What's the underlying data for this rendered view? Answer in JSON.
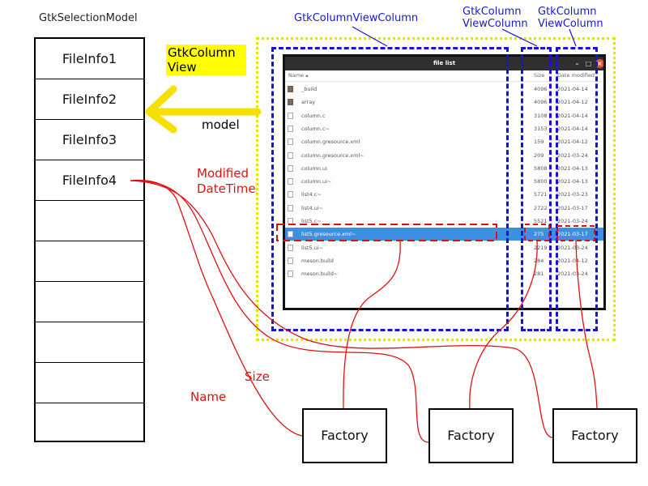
{
  "selection_model": {
    "title": "GtkSelectionModel",
    "items": [
      "FileInfo1",
      "FileInfo2",
      "FileInfo3",
      "FileInfo4",
      "",
      "",
      "",
      "",
      "",
      ""
    ]
  },
  "labels": {
    "column_view": "GtkColumn\nView",
    "model": "model",
    "modified_datetime": "Modified\nDateTime",
    "size": "Size",
    "name": "Name",
    "column_view_column_name": "GtkColumnViewColumn",
    "column_view_column_size": "GtkColumn\nViewColumn",
    "column_view_column_date": "GtkColumn\nViewColumn"
  },
  "window": {
    "title": "file list",
    "controls": [
      "–",
      "□",
      "×"
    ],
    "headers": {
      "name": "Name ▴",
      "size": "Size",
      "date": "Date modified"
    },
    "rows": [
      {
        "name": "_build",
        "size": "4096",
        "date": "2021-04-14",
        "type": "folder"
      },
      {
        "name": "array",
        "size": "4096",
        "date": "2021-04-12",
        "type": "folder"
      },
      {
        "name": "column.c",
        "size": "3108",
        "date": "2021-04-14",
        "type": "file"
      },
      {
        "name": "column.c~",
        "size": "3153",
        "date": "2021-04-14",
        "type": "file"
      },
      {
        "name": "column.gresource.xml",
        "size": "159",
        "date": "2021-04-12",
        "type": "file"
      },
      {
        "name": "column.gresource.xml~",
        "size": "209",
        "date": "2021-03-24",
        "type": "file"
      },
      {
        "name": "column.ui",
        "size": "5808",
        "date": "2021-04-13",
        "type": "file"
      },
      {
        "name": "column.ui~",
        "size": "5800",
        "date": "2021-04-13",
        "type": "file"
      },
      {
        "name": "list4.c~",
        "size": "5721",
        "date": "2021-03-23",
        "type": "file"
      },
      {
        "name": "list4.ui~",
        "size": "2722",
        "date": "2021-03-17",
        "type": "file"
      },
      {
        "name": "list5.c~",
        "size": "5521",
        "date": "2021-03-24",
        "type": "file"
      },
      {
        "name": "list5.gresource.xml~",
        "size": "275",
        "date": "2021-03-17",
        "type": "file",
        "selected": true
      },
      {
        "name": "list5.ui~",
        "size": "2219",
        "date": "2021-03-24",
        "type": "file"
      },
      {
        "name": "meson.build",
        "size": "284",
        "date": "2021-04-12",
        "type": "file"
      },
      {
        "name": "meson.build~",
        "size": "281",
        "date": "2021-03-24",
        "type": "file"
      }
    ]
  },
  "factories": [
    "Factory",
    "Factory",
    "Factory"
  ],
  "colors": {
    "column_view_frame": "#e8e000",
    "column_frame": "#1414d8",
    "selection_highlight": "#3d8fe0",
    "annotation": "#e01010",
    "model_arrow": "#f5e000"
  }
}
